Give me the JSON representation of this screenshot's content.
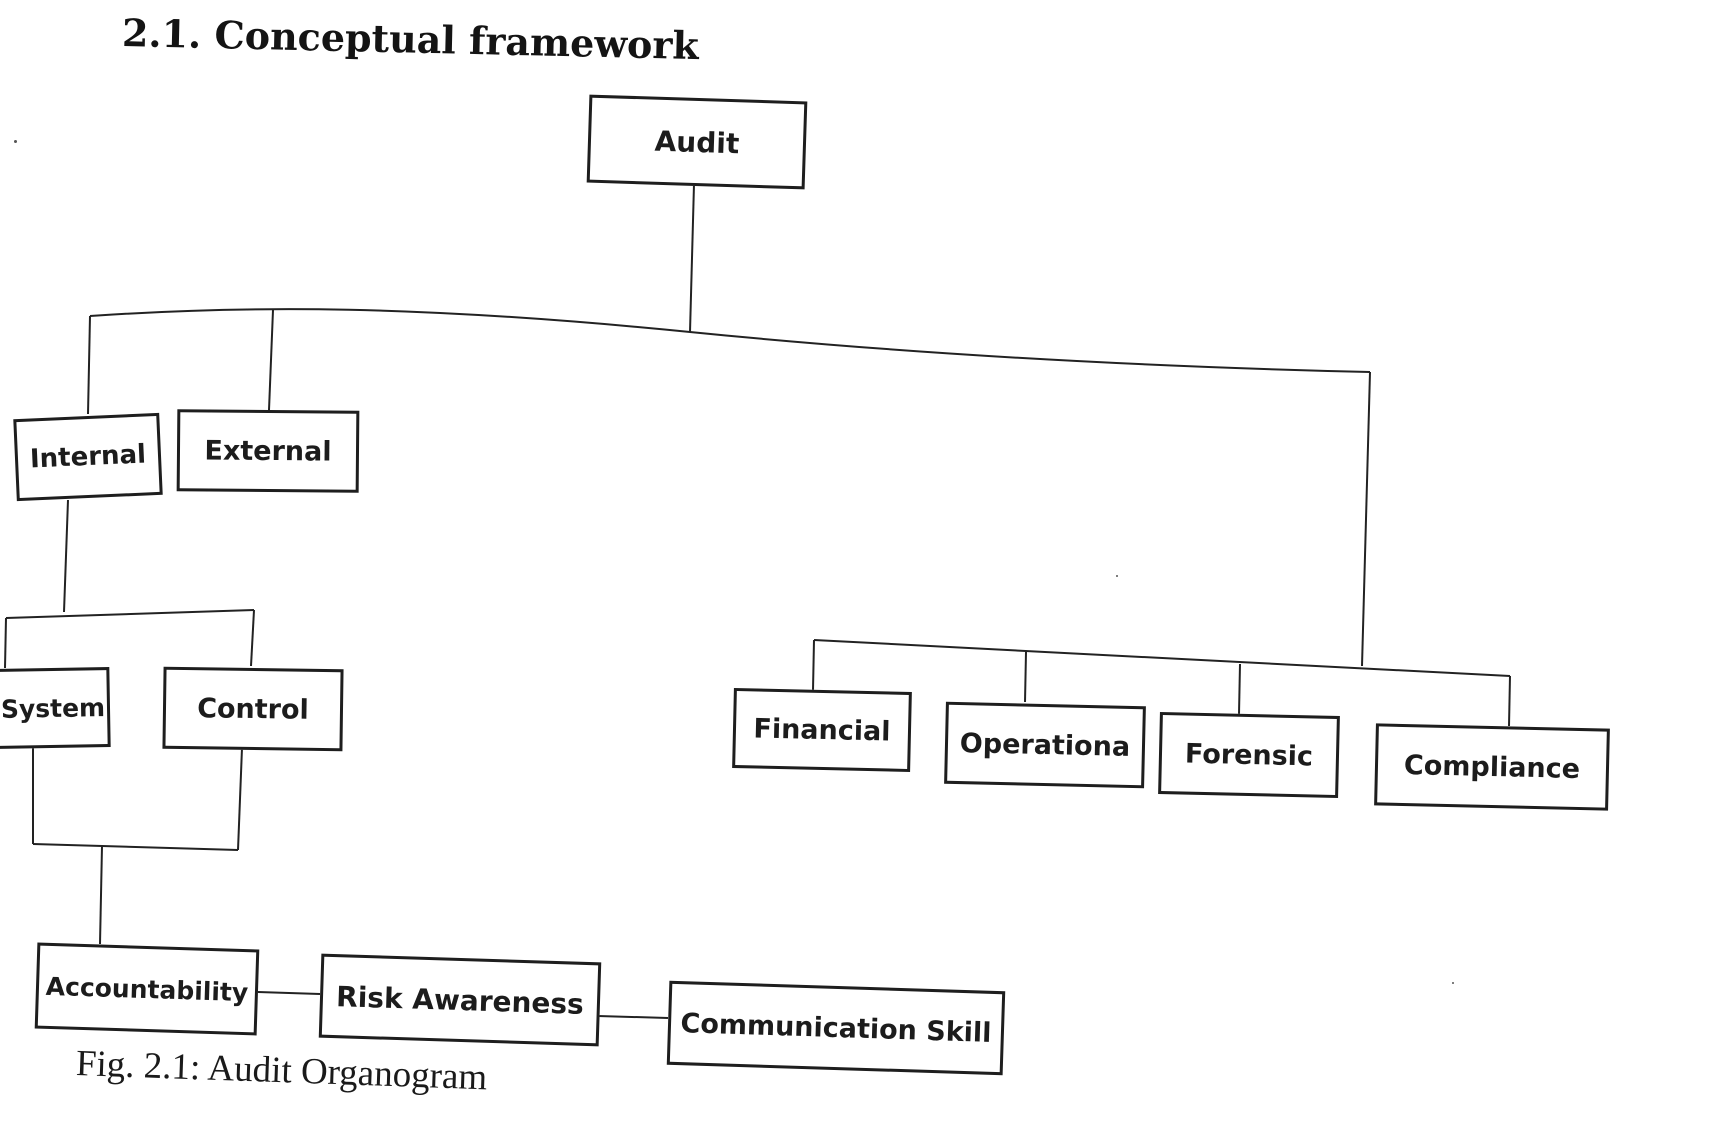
{
  "heading": "2.1. Conceptual framework",
  "caption": "Fig. 2.1: Audit Organogram",
  "nodes": {
    "audit": "Audit",
    "internal": "Internal",
    "external": "External",
    "system": "System",
    "control": "Control",
    "financial": "Financial",
    "operational": "Operationa",
    "forensic": "Forensic",
    "compliance": "Compliance",
    "accountability": "Accountability",
    "risk_awareness": "Risk Awareness",
    "communication_skill": "Communication Skill"
  }
}
